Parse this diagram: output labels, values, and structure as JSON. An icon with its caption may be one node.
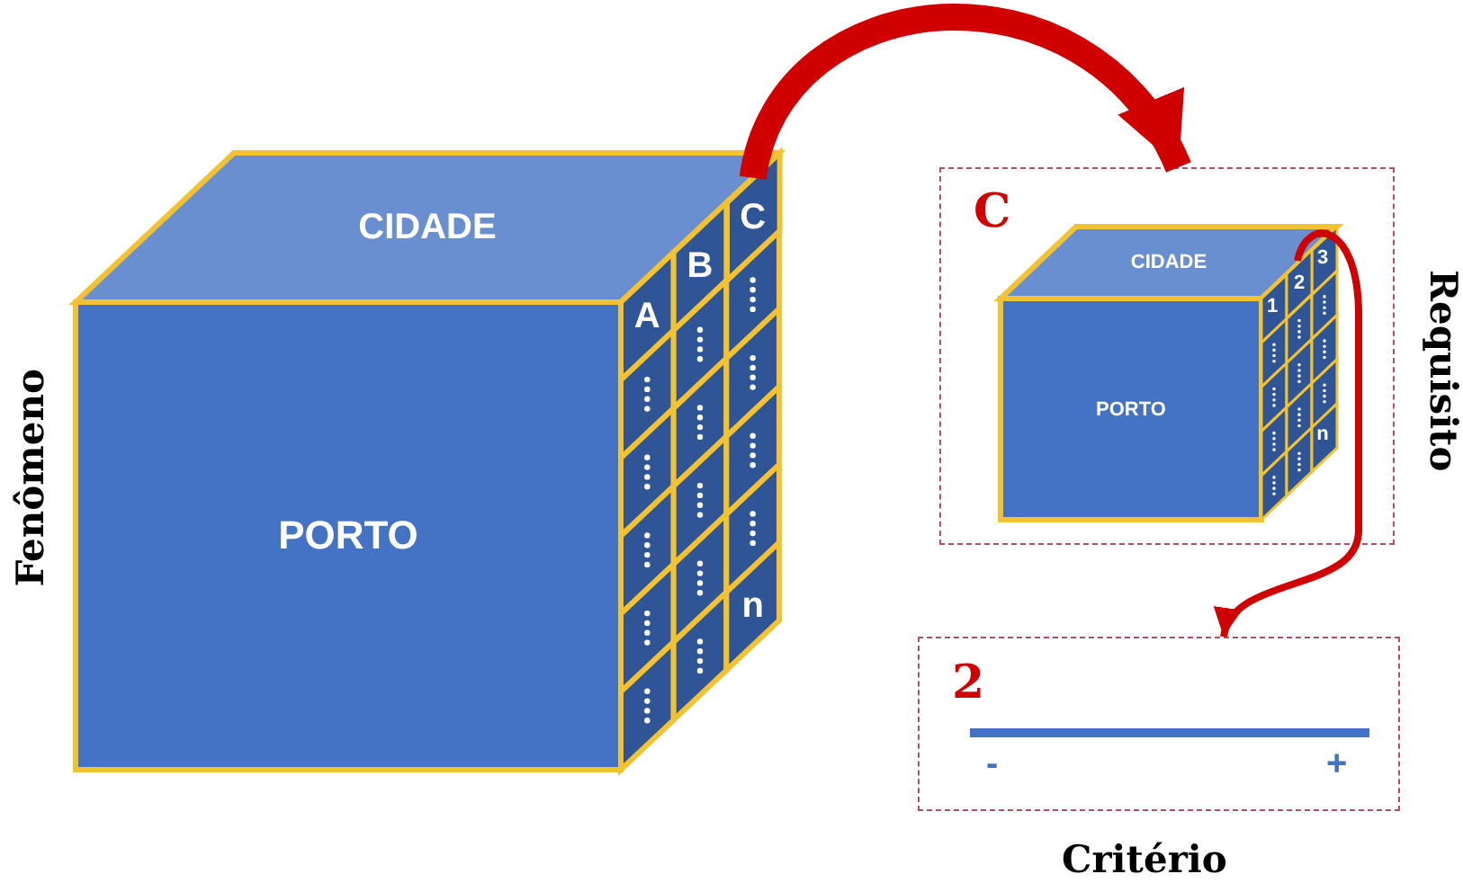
{
  "diagram": {
    "nodes": [
      {
        "text": [
          "CIDADE",
          "PORTO"
        ]
      },
      {
        "text": [
          "C"
        ]
      },
      {
        "text": [
          "C"
        ]
      },
      {
        "text": [
          "CIDADE",
          "PORTO"
        ],
        "in": 2
      },
      {
        "text": [
          "2"
        ],
        "in": 2
      },
      {
        "text": [
          "2"
        ]
      }
    ],
    "edges": [
      {
        "from": 1,
        "to": 2,
        "arrow": "to",
        "style": "thick"
      },
      {
        "from": 4,
        "to": 5,
        "arrow": "to"
      }
    ],
    "labels": [
      "A",
      "B",
      "n",
      "1",
      "3",
      "n",
      "-",
      "+",
      "Fenômeno",
      "Requisito",
      "Critério"
    ]
  }
}
